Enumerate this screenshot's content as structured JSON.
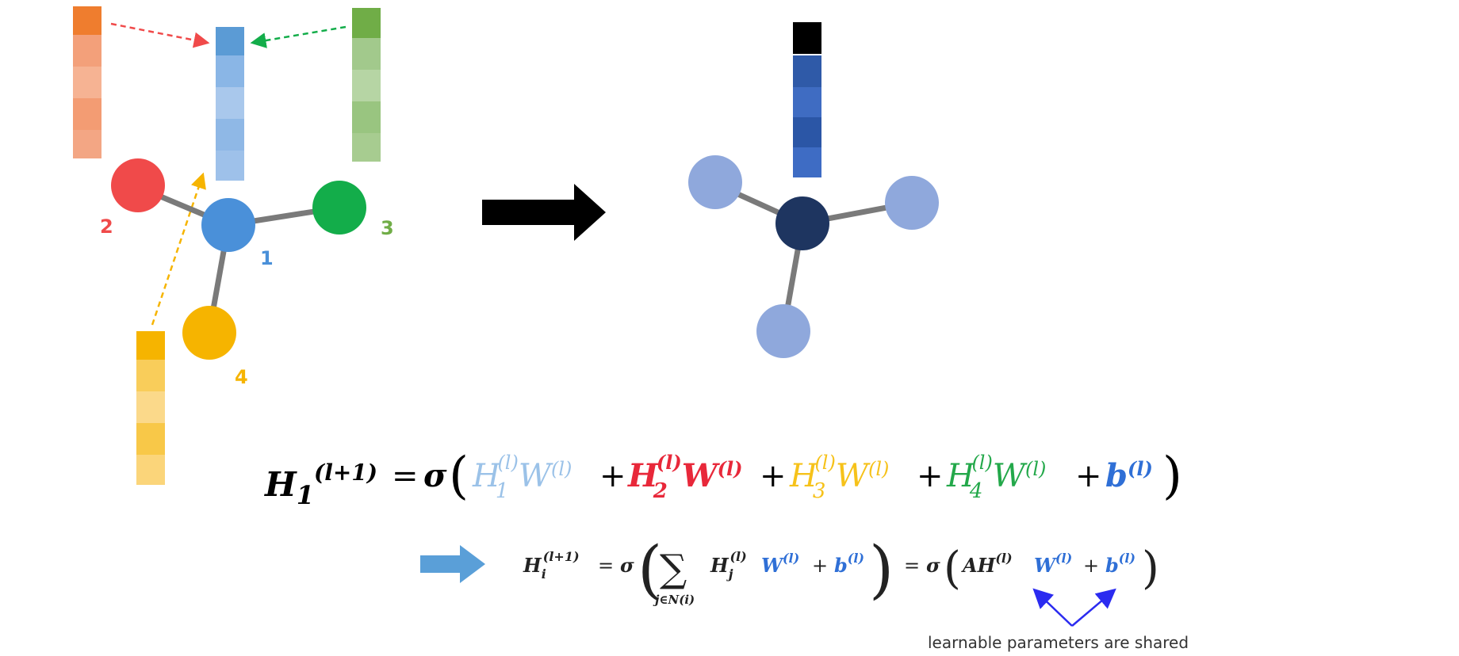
{
  "colors": {
    "node1": "#4a90d9",
    "node2": "#f04a4a",
    "node3": "#13ad4a",
    "node4": "#f6b400",
    "node_out_center": "#1e3560",
    "node_out_neighbor": "#8fa8dc",
    "vec_out_top": "#000000",
    "vec_out_body": "#3a63b8",
    "arrow_big": "#000000",
    "arrow_small": "#5a9fd8",
    "shared_arrows": "#2b2bf0"
  },
  "left_graph": {
    "node_labels": {
      "n1": "1",
      "n2": "2",
      "n3": "3",
      "n4": "4"
    }
  },
  "eq1": {
    "lhs_base": "H",
    "lhs_sub": "1",
    "lhs_sup": "(l+1)",
    "equals": "=",
    "sigma": "σ",
    "open_paren": "(",
    "close_paren": ")",
    "plus": "+",
    "term_base": "H",
    "sup_l": "(l)",
    "W": "W",
    "b": "b",
    "subs": [
      "1",
      "2",
      "3",
      "4"
    ]
  },
  "eq2": {
    "lhs_base": "H",
    "lhs_sub": "i",
    "lhs_sup": "(l+1)",
    "equals": "=",
    "sigma": "σ",
    "sum": "∑",
    "sum_sub": "j∈N(i)",
    "term_base": "H",
    "term_sub": "j",
    "sup_l": "(l)",
    "W": "W",
    "plus": "+",
    "b": "b",
    "A": "A",
    "open_paren": "(",
    "close_paren": ")"
  },
  "caption": "learnable parameters are shared"
}
